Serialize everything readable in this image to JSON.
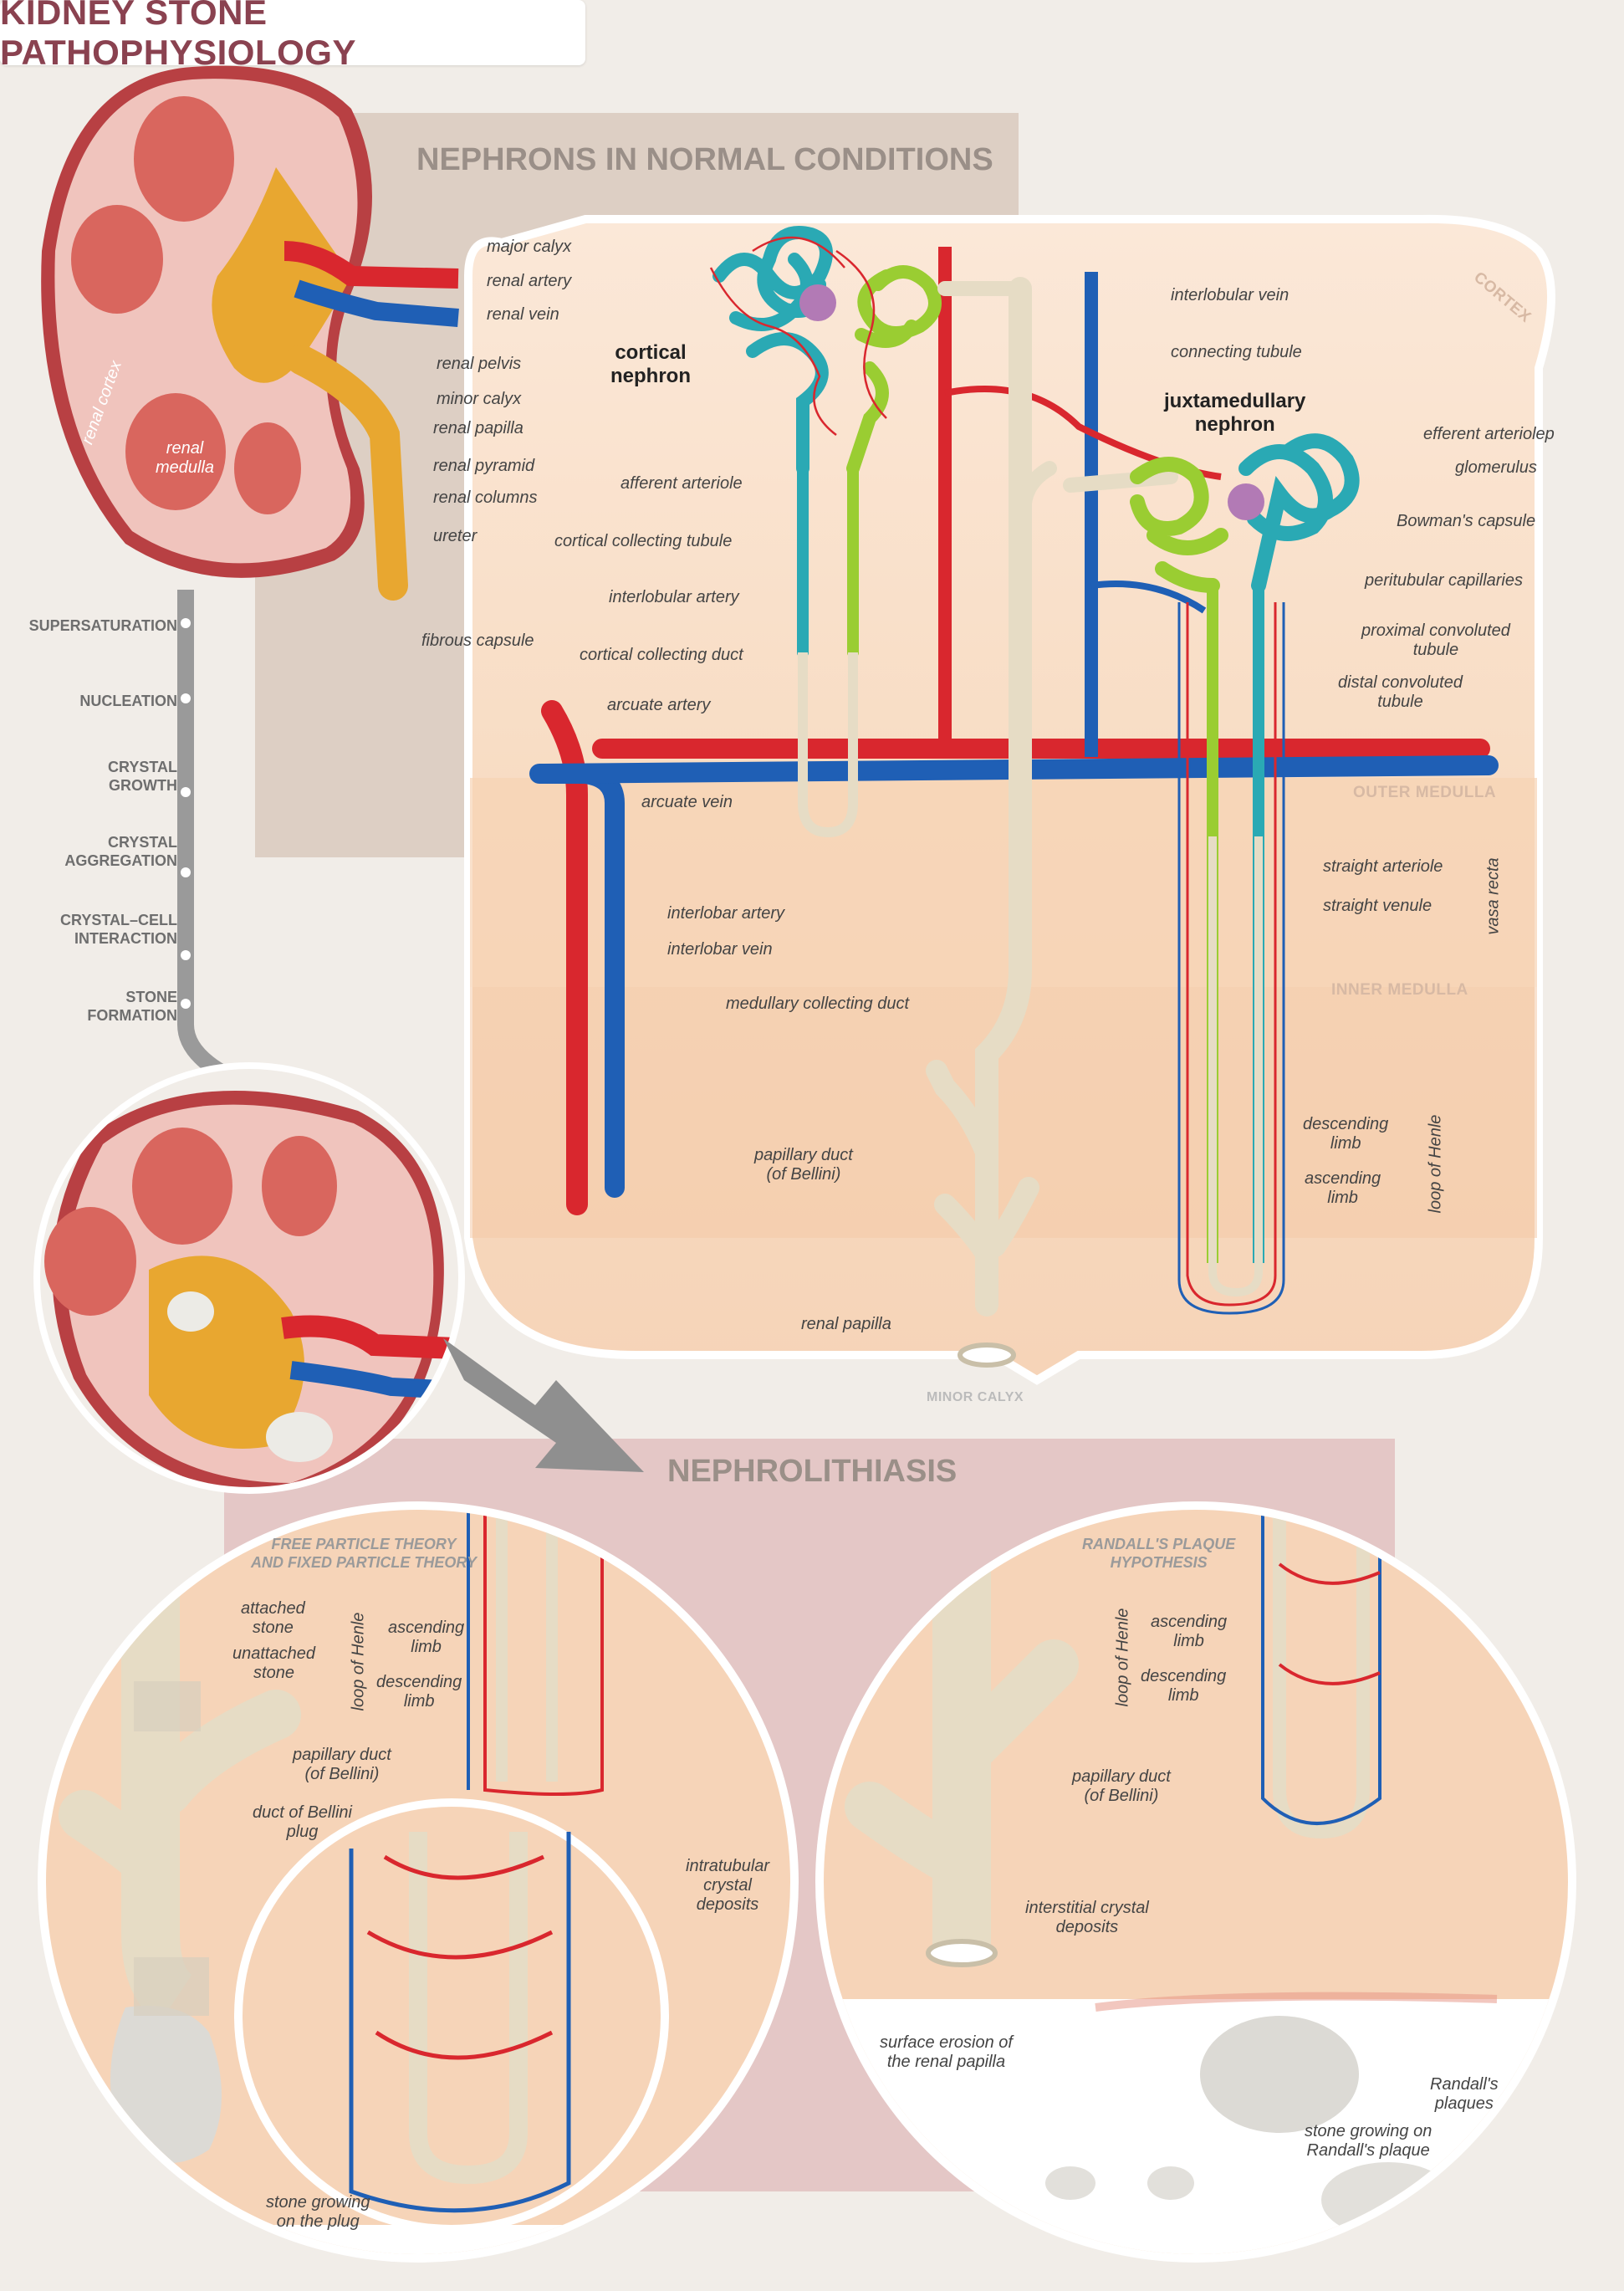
{
  "title": "KIDNEY STONE PATHOPHYSIOLOGY",
  "sections": {
    "normal": "NEPHRONS IN NORMAL CONDITIONS",
    "nephrolithiasis": "NEPHROLITHIASIS"
  },
  "kidney_labels": {
    "major_calyx": "major calyx",
    "renal_artery": "renal artery",
    "renal_vein": "renal vein",
    "renal_pelvis": "renal pelvis",
    "minor_calyx": "minor calyx",
    "renal_papilla": "renal papilla",
    "renal_pyramid": "renal pyramid",
    "renal_columns": "renal columns",
    "ureter": "ureter",
    "fibrous_capsule": "fibrous capsule",
    "renal_cortex": "renal cortex",
    "renal_medulla": "renal\nmedulla"
  },
  "steps": [
    "SUPERSATURATION",
    "NUCLEATION",
    "CRYSTAL\nGROWTH",
    "CRYSTAL\nAGGREGATION",
    "CRYSTAL–CELL\nINTERACTION",
    "STONE\nFORMATION"
  ],
  "zones": {
    "cortex": "CORTEX",
    "outer_medulla": "OUTER MEDULLA",
    "inner_medulla": "INNER MEDULLA",
    "minor_calyx": "MINOR CALYX"
  },
  "nephron_labels": {
    "cortical_nephron": "cortical\nnephron",
    "juxtamedullary_nephron": "juxtamedullary\nnephron",
    "interlobular_vein": "interlobular vein",
    "connecting_tubule": "connecting tubule",
    "efferent_arteriole": "efferent arteriolep",
    "glomerulus": "glomerulus",
    "bowmans_capsule": "Bowman's capsule",
    "peritubular_capillaries": "peritubular capillaries",
    "proximal_convoluted_tubule": "proximal convoluted\ntubule",
    "distal_convoluted_tubule": "distal convoluted\ntubule",
    "afferent_arteriole": "afferent arteriole",
    "cortical_collecting_tubule": "cortical collecting tubule",
    "interlobular_artery": "interlobular artery",
    "cortical_collecting_duct": "cortical collecting duct",
    "arcuate_artery": "arcuate artery",
    "arcuate_vein": "arcuate vein",
    "straight_arteriole": "straight arteriole",
    "straight_venule": "straight venule",
    "vasa_recta": "vasa recta",
    "interlobar_artery": "interlobar artery",
    "interlobar_vein": "interlobar vein",
    "medullary_collecting_duct": "medullary collecting duct",
    "papillary_duct": "papillary duct\n(of Bellini)",
    "descending_limb": "descending\nlimb",
    "ascending_limb": "ascending\nlimb",
    "loop_of_henle": "loop of Henle",
    "renal_papilla": "renal papilla"
  },
  "left_circle": {
    "theory": "FREE PARTICLE THEORY\nAND FIXED PARTICLE THEORY",
    "attached_stone": "attached\nstone",
    "unattached_stone": "unattached\nstone",
    "ascending_limb": "ascending\nlimb",
    "descending_limb": "descending\nlimb",
    "loop_of_henle": "loop of Henle",
    "papillary_duct": "papillary duct\n(of Bellini)",
    "plug": "duct of Bellini\nplug",
    "intratubular": "intratubular\ncrystal\ndeposits",
    "stone_on_plug": "stone growing\non the plug"
  },
  "right_circle": {
    "theory": "RANDALL'S PLAQUE\nHYPOTHESIS",
    "ascending_limb": "ascending\nlimb",
    "descending_limb": "descending\nlimb",
    "loop_of_henle": "loop of Henle",
    "papillary_duct": "papillary duct\n(of Bellini)",
    "interstitial": "interstitial crystal\ndeposits",
    "surface_erosion": "surface erosion of\nthe renal papilla",
    "randalls_plaques": "Randall's\nplaques",
    "stone_on_plaque": "stone growing on\nRandall's plaque"
  },
  "colors": {
    "title": "#8a4250",
    "artery": "#d9272e",
    "vein": "#1f5fb5",
    "tubule": "#e6dcc5",
    "pct": "#2aa9b4",
    "dct": "#9acd32",
    "panel": "#f8dcc3"
  }
}
